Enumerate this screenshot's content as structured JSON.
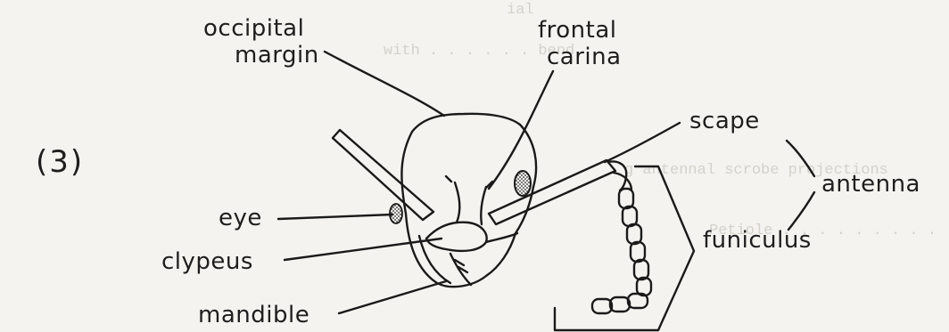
{
  "figure": {
    "number": "(3)",
    "labels": {
      "occipital_margin_line1": "occipital",
      "occipital_margin_line2": "margin",
      "frontal_carina_line1": "frontal",
      "frontal_carina_line2": "carina",
      "scape": "scape",
      "antenna": "antenna",
      "eye": "eye",
      "funiculus": "funiculus",
      "clypeus": "clypeus",
      "mandible": "mandible"
    }
  },
  "show_through": {
    "line1": "ial",
    "line2": "with . . . . . . bend",
    "line3": "g antennal scrobe projections",
    "line4": "Petiole . . . . . . . . . . ."
  }
}
